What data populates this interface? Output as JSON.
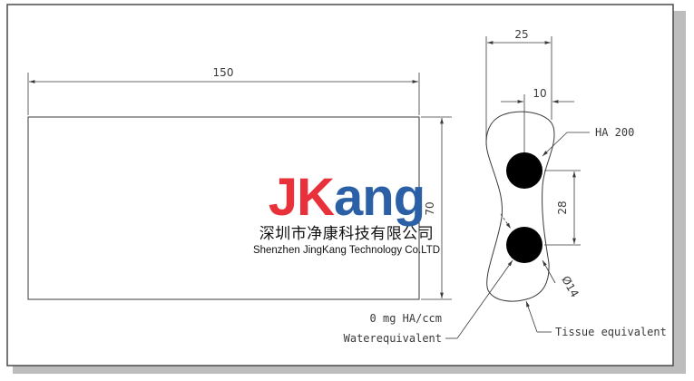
{
  "dimensions": {
    "width_rect": "150",
    "height_rect": "70",
    "width_phantom": "25",
    "offset_center": "10",
    "insert_spacing": "28",
    "insert_diameter": "Ø14"
  },
  "labels": {
    "ha200": "HA 200",
    "zero_mg": "0 mg HA/ccm",
    "water_equivalent": "Waterequivalent",
    "tissue_equivalent": "Tissue equivalent"
  },
  "watermark": {
    "logo_j": "J",
    "logo_k": "K",
    "logo_rest": "ang",
    "company_cn": "深圳市净康科技有限公司",
    "company_en": "Shenzhen JingKang Technology Co.LTD"
  },
  "colors": {
    "line": "#3a3a3a",
    "insert_fill": "#000000",
    "logo_red": "#e8313a",
    "logo_blue": "#2b5fa6"
  }
}
